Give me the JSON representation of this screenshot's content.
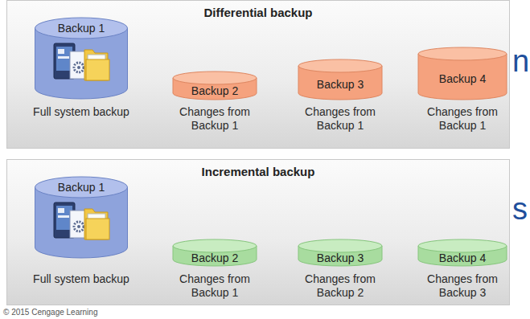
{
  "diagram": {
    "caption": "© 2015 Cengage Learning",
    "nodes": [
      {
        "text": [
          "Differential backup"
        ]
      },
      {
        "text": [
          "Backup 1",
          "Full system backup"
        ],
        "in": 0
      },
      {
        "text": [
          "Backup 2",
          "Changes from Backup 1"
        ],
        "in": 0
      },
      {
        "text": [
          "Backup 3",
          "Changes from Backup 1"
        ],
        "in": 0
      },
      {
        "text": [
          "Backup 4",
          "Changes from Backup 1"
        ],
        "in": 0
      },
      {
        "text": [
          "Incremental backup"
        ]
      },
      {
        "text": [
          "Backup 1",
          "Full system backup"
        ],
        "in": 5
      },
      {
        "text": [
          "Backup 2",
          "Changes from Backup 1"
        ],
        "in": 5
      },
      {
        "text": [
          "Backup 3",
          "Changes from Backup 2"
        ],
        "in": 5
      },
      {
        "text": [
          "Backup 4",
          "Changes from Backup 3"
        ],
        "in": 5
      }
    ],
    "labels": [
      "n",
      "s"
    ]
  }
}
